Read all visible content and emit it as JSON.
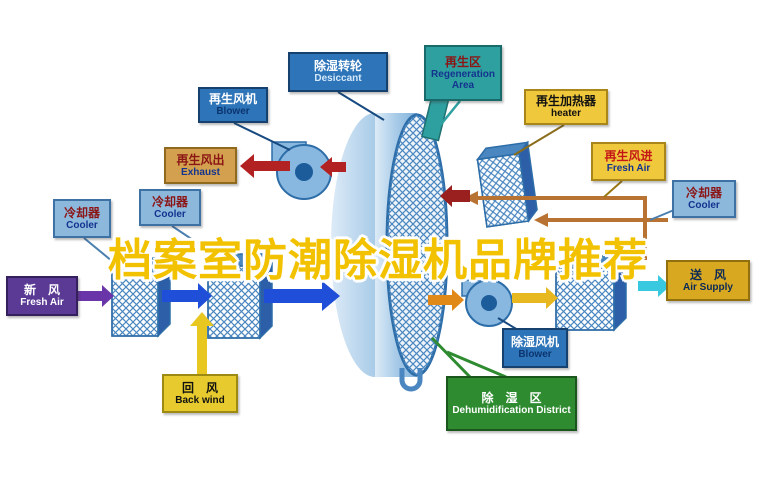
{
  "title": "档案室防潮除湿机品牌推荐",
  "labels": {
    "desiccant": {
      "zh": "除湿转轮",
      "en": "Desiccant"
    },
    "regeneration_area": {
      "zh": "再生区",
      "en": "Regeneration Area"
    },
    "regen_blower": {
      "zh": "再生风机",
      "en": "Blower"
    },
    "regen_heater": {
      "zh": "再生加热器",
      "en": "heater"
    },
    "exhaust": {
      "zh": "再生风出",
      "en": "Exhaust"
    },
    "cooler_mid_left": {
      "zh": "冷却器",
      "en": "Cooler"
    },
    "cooler_far_left": {
      "zh": "冷却器",
      "en": "Cooler"
    },
    "regen_fresh_air": {
      "zh": "再生风进",
      "en": "Fresh Air"
    },
    "cooler_right": {
      "zh": "冷却器",
      "en": "Cooler"
    },
    "fresh_air": {
      "zh": "新　风",
      "en": "Fresh Air"
    },
    "air_supply": {
      "zh": "送　风",
      "en": "Air Supply"
    },
    "back_wind": {
      "zh": "回　风",
      "en": "Back wind"
    },
    "dehumid_blower": {
      "zh": "除湿风机",
      "en": "Blower"
    },
    "dehumid_district": {
      "zh": "除　湿　区",
      "en": "Dehumidification District"
    }
  },
  "colors": {
    "title_text": "#f2c200",
    "blue_box": "#2d74b8",
    "teal_box": "#2fa0a0",
    "yellow_box": "#f0c83c",
    "tan_box": "#d2a04e",
    "light_blue_box": "#8cb8dc",
    "purple_box": "#5b3a96",
    "gold_box": "#d8a820",
    "green_box": "#2e8b30",
    "process_air_arrow": "#1f4fd8",
    "regen_air_arrow": "#b87333",
    "exhaust_arrow": "#b22222",
    "return_air_arrow": "#e8c820",
    "supply_air_arrow": "#38c8e0"
  }
}
